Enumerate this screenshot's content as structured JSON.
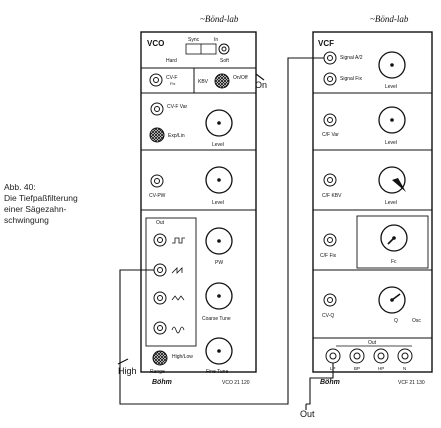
{
  "caption": {
    "line1": "Abb. 40:",
    "line2": "Die Tiefpaßfilterung",
    "line3": "einer Sägezahn-",
    "line4": "schwingung"
  },
  "labels": {
    "on": "On",
    "high": "High",
    "out": "Out"
  },
  "vco": {
    "brand": "~Bönd-lab",
    "title": "VCO",
    "sync": "Sync",
    "in": "In",
    "hard": "Hard",
    "soft": "Soft",
    "cvf": "CV-F",
    "fix": "Fix",
    "kbv": "KBV",
    "onoff": "On/Off",
    "var": "CV-F Var",
    "exp": "Exp/Lin",
    "level1": "Level",
    "cvpw": "CV-PW",
    "level2": "Level",
    "out": "Out",
    "pw": "PW",
    "coarse": "Coarse Tune",
    "range": "Range",
    "highlow": "High/Low",
    "fine": "Fine Tune",
    "footer_brand": "Böhm",
    "model": "VCO 21 120"
  },
  "vcf": {
    "brand": "~Bönd-lab",
    "title": "VCF",
    "signal1": "Signal A/2",
    "signal2": "Signal Fix",
    "level_top": "Level",
    "cf_var": "C/F Var",
    "level2": "Level",
    "cf_kbv": "C/F KBV",
    "level3": "Level",
    "cf_fix": "C/F Fix",
    "fc": "Fc",
    "cvq": "CV-Q",
    "q": "Q",
    "osc": "Osc",
    "out": "Out",
    "lp": "LP",
    "bp": "BP",
    "hp": "HP",
    "n": "N",
    "footer_brand": "Böhm",
    "model": "VCF 21 130"
  }
}
